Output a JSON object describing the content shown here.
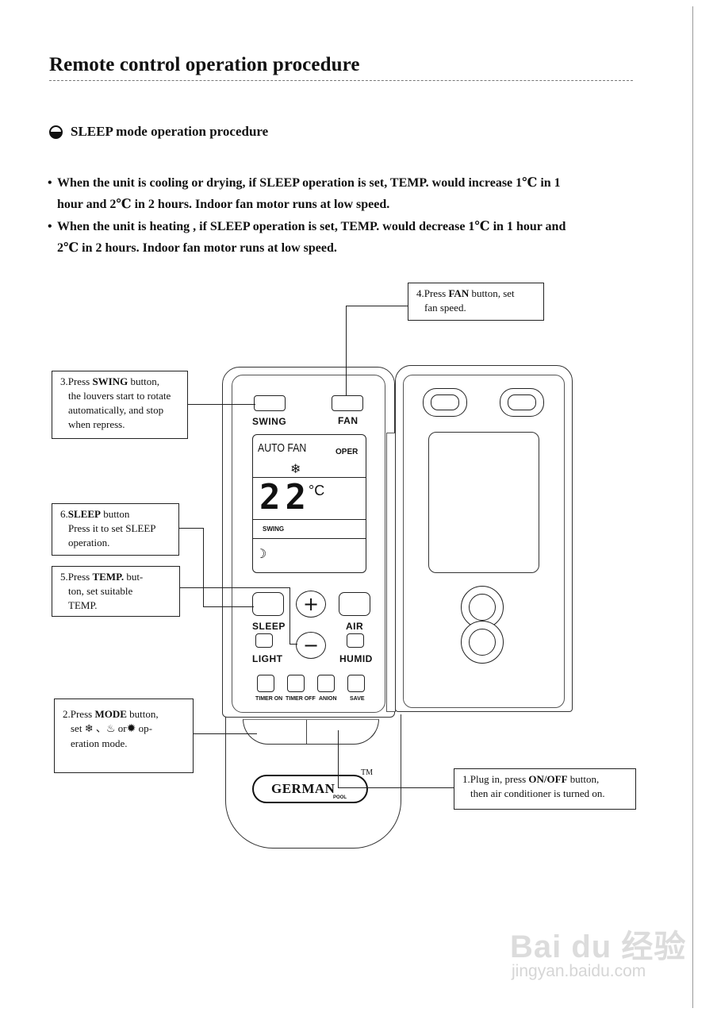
{
  "page": {
    "title": "Remote control operation procedure",
    "section_heading": "SLEEP mode operation  procedure"
  },
  "bullets": [
    {
      "line1": "When the unit is cooling or drying, if SLEEP operation is set, TEMP. would increase 1℃ in 1",
      "line2": "hour and 2℃ in 2 hours. Indoor fan motor runs at low speed."
    },
    {
      "line1": "When the unit is heating , if SLEEP operation is set,  TEMP. would decrease 1℃ in 1 hour and",
      "line2": "2℃ in 2 hours. Indoor fan motor runs at low speed."
    }
  ],
  "callouts": {
    "fan": {
      "pre": "4.Press ",
      "key": "FAN",
      "post": " button, set",
      "line2": "fan speed."
    },
    "swing": {
      "pre": "3.Press ",
      "key": "SWING",
      "post": " button,",
      "line2": "the louvers start to rotate",
      "line3": "automatically, and stop",
      "line4": "when repress."
    },
    "sleep": {
      "pre": "6.",
      "key": "SLEEP",
      "post": " button",
      "line2": "Press it to set SLEEP",
      "line3": "operation."
    },
    "temp": {
      "pre": "5.Press ",
      "key": "TEMP.",
      "post": " but-",
      "line2": "ton,  set   suitable",
      "line3": "TEMP."
    },
    "mode": {
      "pre": "2.Press ",
      "key": "MODE",
      "post": " button,",
      "line2a": "set ",
      "line2b": " 、",
      "line2c": " or",
      "line2d": " op-",
      "line3": "eration mode."
    },
    "onoff": {
      "pre": "1.Plug in, press ",
      "key": "ON/OFF",
      "post": " button,",
      "line2": "then air conditioner is turned on."
    }
  },
  "remote": {
    "buttons": {
      "swing": "SWING",
      "fan": "FAN",
      "sleep": "SLEEP",
      "air": "AIR",
      "light": "LIGHT",
      "humid": "HUMID",
      "timer_on": "TIMER ON",
      "timer_off": "TIMER OFF",
      "anion": "ANION",
      "save": "SAVE",
      "plus": "+",
      "minus": "−"
    },
    "display": {
      "auto_fan": "AUTO FAN",
      "oper": "OPER",
      "temperature": "22",
      "unit": "°C",
      "swing": "SWING"
    },
    "brand": "GERMAN",
    "brand_sub": "POOL",
    "tm": "TM"
  },
  "watermark": {
    "logo": "Bai du 经验",
    "url": "jingyan.baidu.com"
  },
  "colors": {
    "ink": "#111111",
    "watermark": "#d9d9d9"
  }
}
